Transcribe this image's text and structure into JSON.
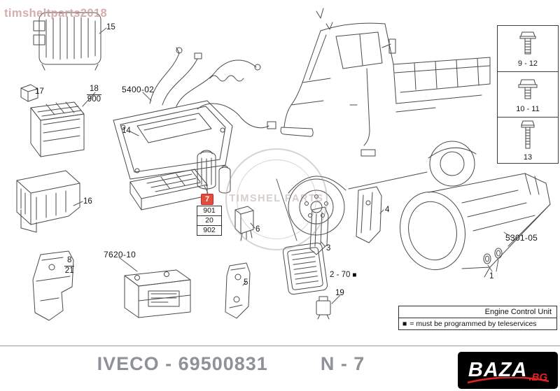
{
  "watermarks": {
    "corner": "timsheltparts2018",
    "stamp": "TIMSHEL PARTS"
  },
  "callouts": {
    "c15": "15",
    "c17": "17",
    "c18": "18",
    "c900": "900",
    "a5400": "5400-02",
    "c14": "14",
    "c16": "16",
    "c7": "7",
    "c901": "901",
    "c20": "20",
    "c902": "902",
    "c8": "8",
    "c21": "21",
    "a7620": "7620-10",
    "c6": "6",
    "c5": "5",
    "c4": "4",
    "c3": "3",
    "c2": "2 - 70",
    "c19": "19",
    "c1": "1",
    "a5301": "5301-05",
    "f912": "9 - 12",
    "f1011": "10 - 11",
    "f13": "13"
  },
  "legend": {
    "title": "Engine Control Unit",
    "symbol": "■",
    "note": "= must be programmed by teleservices"
  },
  "footer": {
    "part": "IVECO - 69500831",
    "page": "N - 7"
  },
  "logo": {
    "name": "BAZA",
    "tld": ".BG"
  }
}
